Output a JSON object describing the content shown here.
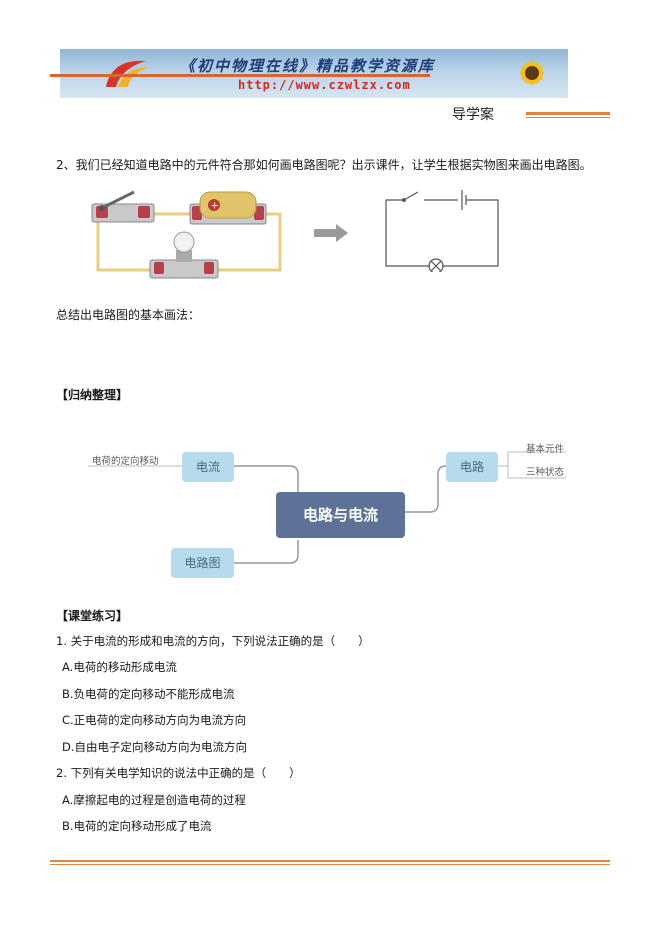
{
  "header": {
    "banner_title": "《初中物理在线》精品教学资源库",
    "banner_url": "http://www.czwlzx.com",
    "doc_label": "导学案"
  },
  "question2": {
    "text": "2、我们已经知道电路中的元件符合那如何画电路图呢？出示课件，让学生根据实物图来画出电路图。"
  },
  "summary": "总结出电路图的基本画法：",
  "section_guina": "【归纳整理】",
  "mindmap": {
    "center": "电路与电流",
    "current": "电流",
    "current_note": "电荷的定向移动",
    "circuit": "电路",
    "circuit_children": [
      "基本元件",
      "三种状态"
    ],
    "diagram": "电路图"
  },
  "section_practice": "【课堂练习】",
  "questions": [
    {
      "stem": "1. 关于电流的形成和电流的方向，下列说法正确的是（　　）",
      "options": [
        "A.电荷的移动形成电流",
        "B.负电荷的定向移动不能形成电流",
        "C.正电荷的定向移动方向为电流方向",
        "D.自由电子定向移动方向为电流方向"
      ]
    },
    {
      "stem": "2. 下列有关电学知识的说法中正确的是（　　）",
      "options": [
        "A.摩擦起电的过程是创造电荷的过程",
        "B.电荷的定向移动形成了电流"
      ]
    }
  ],
  "colors": {
    "accent_orange": "#e0863f",
    "mindmap_node": "#b6dbec",
    "mindmap_center": "#5e7196",
    "wire": "#e8cf82"
  }
}
